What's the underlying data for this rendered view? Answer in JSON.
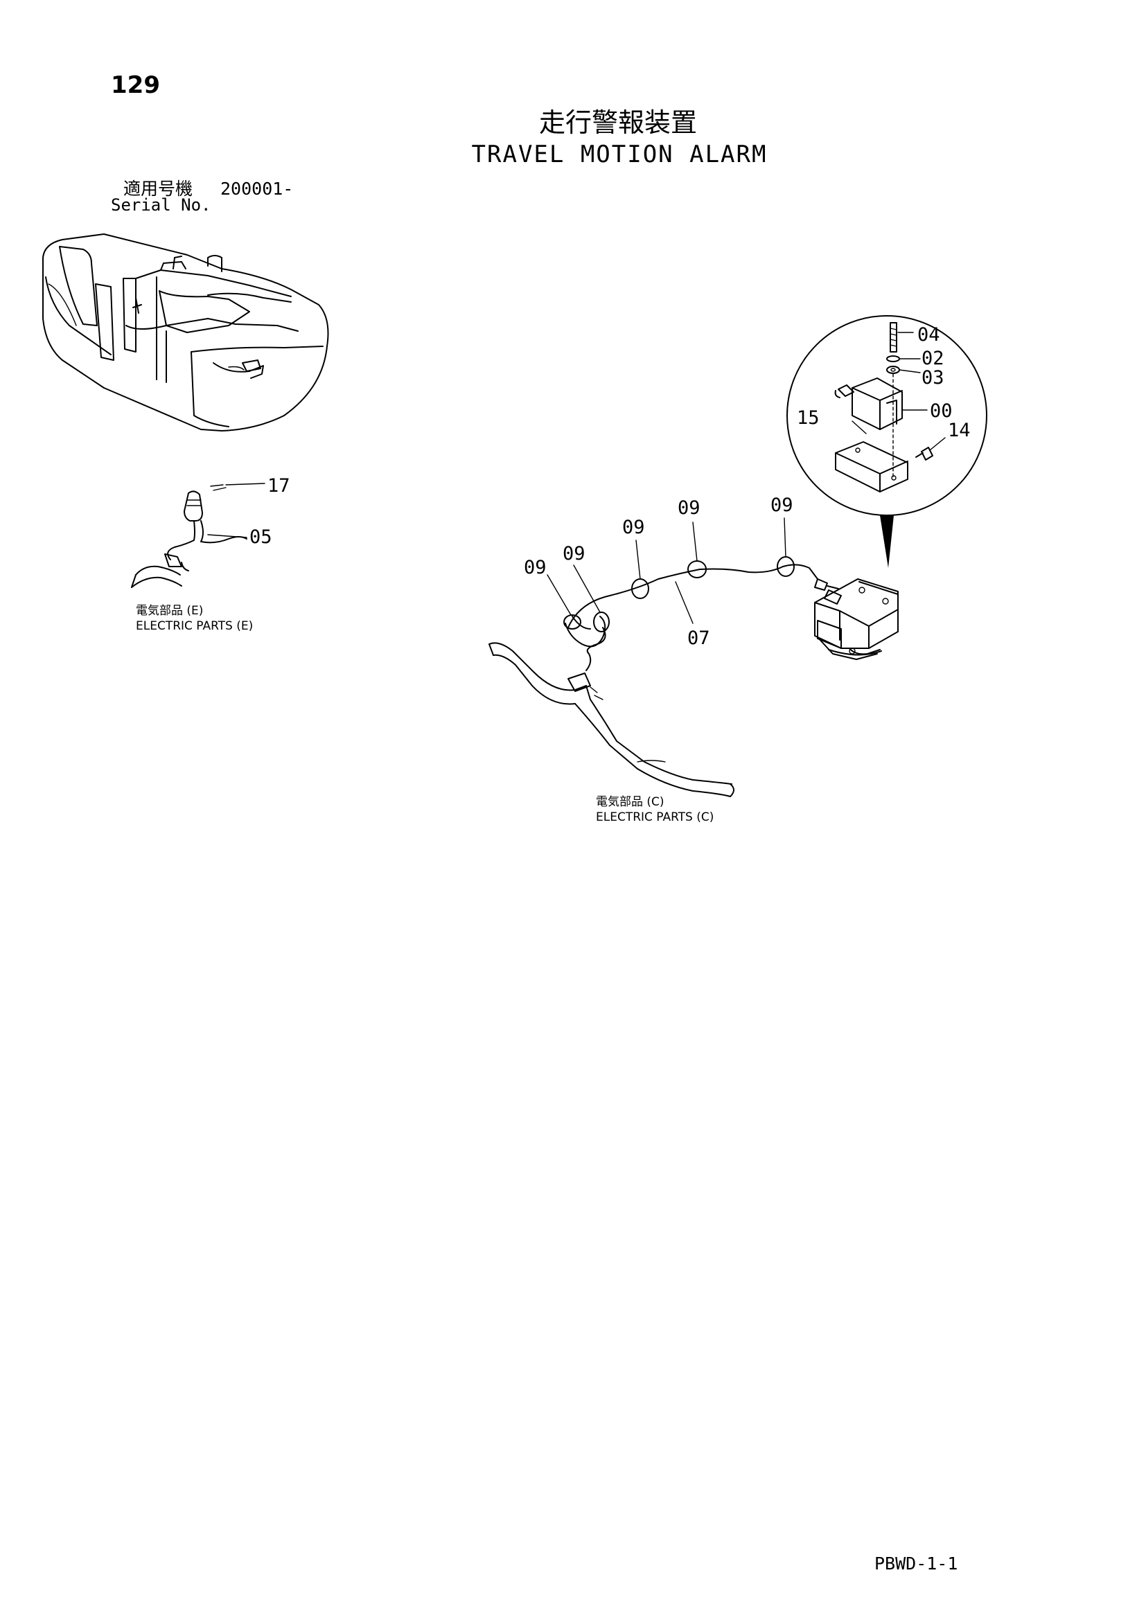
{
  "header": {
    "page_number": "129",
    "title_ja": "走行警報装置",
    "title_en": "TRAVEL MOTION ALARM",
    "serial_label_ja": "適用号機",
    "serial_range": "200001-",
    "serial_label_en": "Serial No."
  },
  "callouts": {
    "c17": "17",
    "c05": "05",
    "c09_1": "09",
    "c09_2": "09",
    "c09_3": "09",
    "c09_4": "09",
    "c09_5": "09",
    "c07": "07",
    "c04": "04",
    "c02": "02",
    "c03": "03",
    "c00": "00",
    "c15": "15",
    "c14": "14"
  },
  "references": {
    "electric_e_ja": "電気部品 (E)",
    "electric_e_en": "ELECTRIC PARTS (E)",
    "electric_c_ja": "電気部品 (C)",
    "electric_c_en": "ELECTRIC PARTS (C)"
  },
  "footer": {
    "code": "PBWD-1-1"
  }
}
